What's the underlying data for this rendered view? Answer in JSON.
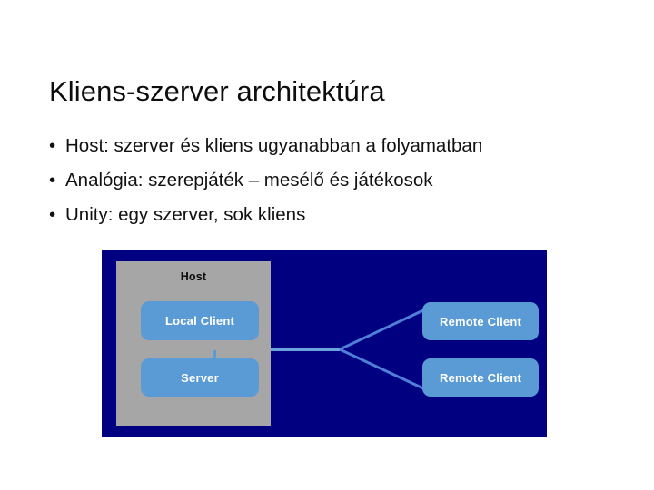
{
  "slide": {
    "title": "Kliens-szerver architektúra",
    "bullet_char": "•",
    "bullets": [
      "Host: szerver és kliens ugyanabban a folyamatban",
      "Analógia: szerepjáték – mesélő és játékosok",
      "Unity: egy szerver, sok kliens"
    ],
    "background_color": "#ffffff",
    "text_color": "#111111"
  },
  "diagram": {
    "background_color": "#000080",
    "host_container": {
      "label": "Host",
      "color": "#a6a6a6",
      "label_color": "#0b0b0b"
    },
    "node_color": "#5b9bd5",
    "node_label_color": "#ffffff",
    "connector_color": "#5b9bd5",
    "nodes": [
      {
        "id": "local-client",
        "label": "Local Client",
        "location": "host"
      },
      {
        "id": "server",
        "label": "Server",
        "location": "host"
      },
      {
        "id": "remote-client-1",
        "label": "Remote Client",
        "location": "network"
      },
      {
        "id": "remote-client-2",
        "label": "Remote Client",
        "location": "network"
      }
    ],
    "connections": [
      {
        "from": "local-client",
        "to": "server"
      },
      {
        "from": "server",
        "to": "remote-client-1"
      },
      {
        "from": "server",
        "to": "remote-client-2"
      }
    ]
  }
}
